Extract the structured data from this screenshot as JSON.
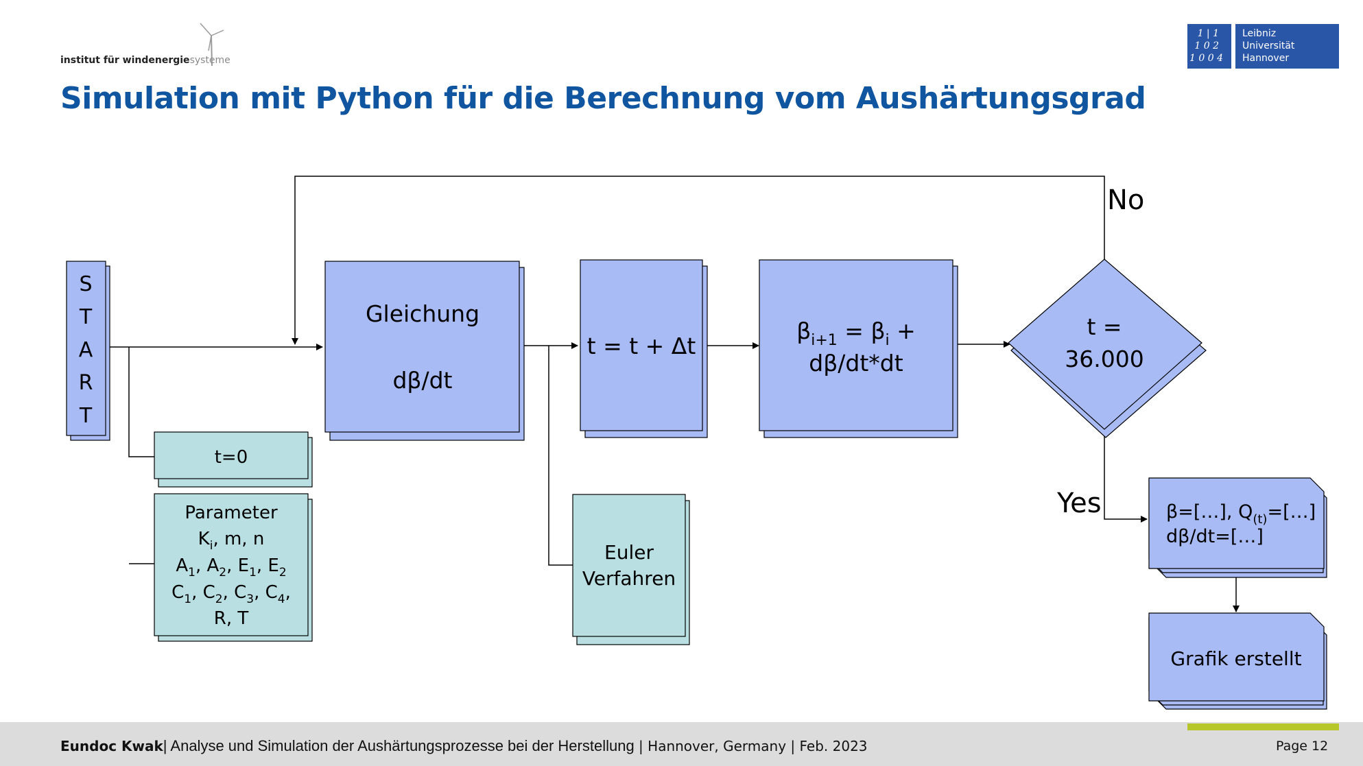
{
  "header": {
    "institute_bold": "institut für windenergie",
    "institute_light": "systeme",
    "university_mark": [
      "1 | 1",
      "1 0 2",
      "1 0 0 4"
    ],
    "university_lines": [
      "Leibniz",
      "Universität",
      "Hannover"
    ],
    "title": "Simulation mit Python für die Berechnung vom Aushärtungsgrad"
  },
  "flowchart": {
    "start_letters": [
      "S",
      "T",
      "A",
      "R",
      "T"
    ],
    "init_time": "t=0",
    "params": {
      "heading": "Parameter",
      "line1": {
        "k": "K",
        "k_sub": "i",
        "rest": ", m, n"
      },
      "line2": {
        "a1": "A",
        "a1_sub": "1",
        "a2": ", A",
        "a2_sub": "2",
        "e1": ", E",
        "e1_sub": "1",
        "e2": ", E",
        "e2_sub": "2"
      },
      "line3": {
        "c1": "C",
        "c1_sub": "1",
        "c2": ", C",
        "c2_sub": "2",
        "c3": ", C",
        "c3_sub": "3",
        "c4": ", C",
        "c4_sub": "4",
        "tail": ","
      },
      "line4": "R, T"
    },
    "equation": {
      "label": "Gleichung",
      "expr": "dβ/dt"
    },
    "step": "t = t + Δt",
    "update": {
      "beta": "β",
      "sub_next": "i+1",
      "eq": " = β",
      "sub_i": "i",
      "plus": " +",
      "line2": "dβ/dt*dt"
    },
    "method": {
      "line1": "Euler",
      "line2": "Verfahren"
    },
    "decision": {
      "line1": "t =",
      "line2": "36.000"
    },
    "branch_no": "No",
    "branch_yes": "Yes",
    "output": {
      "a": "β=[…], Q",
      "a_sub": "(t)",
      "b": "=[…]",
      "line2": "dβ/dt=[…]"
    },
    "graph": "Grafik erstellt"
  },
  "footer": {
    "author": "Eundoc Kwak",
    "talk": "| Analyse und Simulation der Aushärtungsprozesse bei der Herstellung",
    "place_date": " | Hannover, Germany | Feb. 2023",
    "page": "Page 12"
  },
  "colors": {
    "title": "#0f55a0",
    "block_blue": "#a9bbf5",
    "block_teal": "#b9dfe2",
    "university_blue": "#2a56a8",
    "footer_accent": "#b7c72a"
  }
}
